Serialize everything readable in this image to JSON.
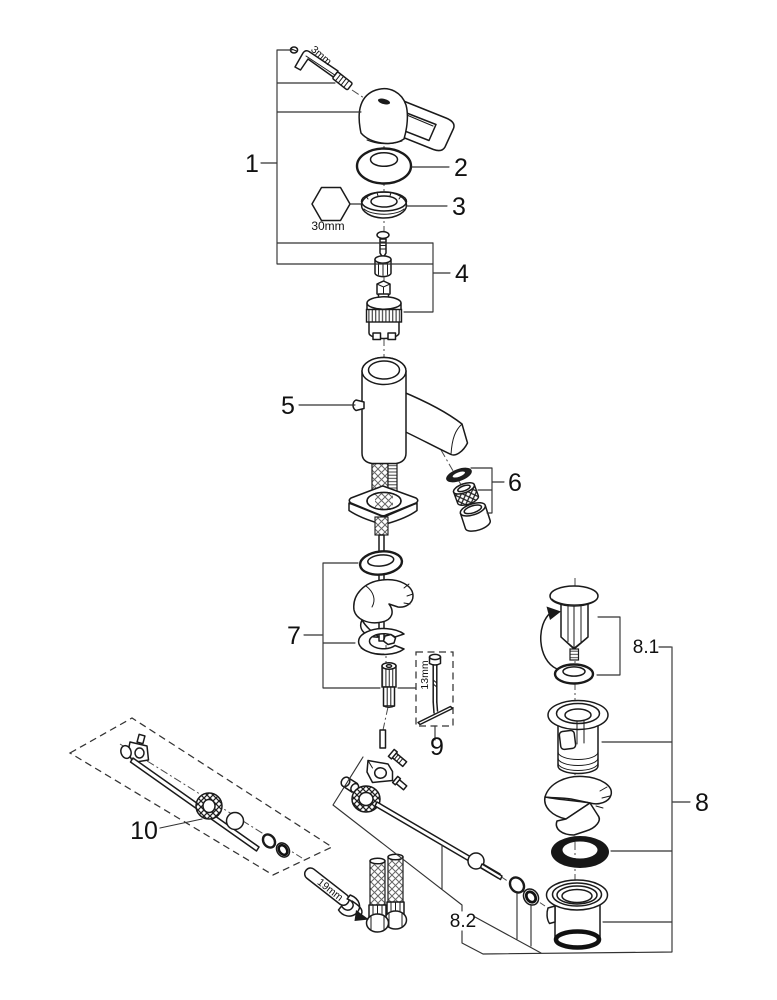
{
  "diagram": {
    "description": "Exploded parts diagram of a single-lever basin mixer faucet with pop-up waste set",
    "background_color": "#ffffff",
    "line_color": "#1a1a1a",
    "callouts": {
      "c1": "1",
      "c2": "2",
      "c3": "3",
      "c4": "4",
      "c5": "5",
      "c6": "6",
      "c7": "7",
      "c8": "8",
      "c8_1": "8.1",
      "c8_2": "8.2",
      "c9": "9",
      "c10": "10"
    },
    "dimensions": {
      "hex_key": "3mm",
      "cap_nut_hex": "30mm",
      "socket_tool": "13mm",
      "open_end_wrench": "19mm"
    }
  }
}
